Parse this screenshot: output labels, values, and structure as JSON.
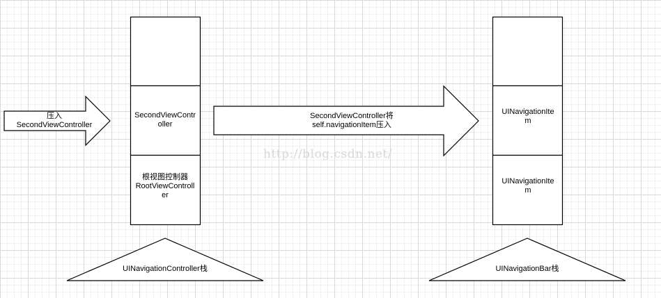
{
  "left_arrow": {
    "label_line1": "压入",
    "label_line2": "SecondViewController"
  },
  "center_arrow": {
    "label_line1": "SecondViewController将",
    "label_line2": "self.navigationItem压入"
  },
  "controller_stack": {
    "slot_second_label": "SecondViewController",
    "slot_root_line1": "根视图控制器",
    "slot_root_line2": "RootViewController",
    "base_label": "UINavigationController栈"
  },
  "navbar_stack": {
    "slot_top_item_label": "UINavigationItem",
    "slot_bottom_item_label": "UINavigationItem",
    "base_label": "UINavigationBar栈"
  },
  "watermark": "http://blog.csdn.net/",
  "colors": {
    "stroke": "#000000",
    "fill": "#ffffff",
    "watermark": "#d8d8d8"
  }
}
